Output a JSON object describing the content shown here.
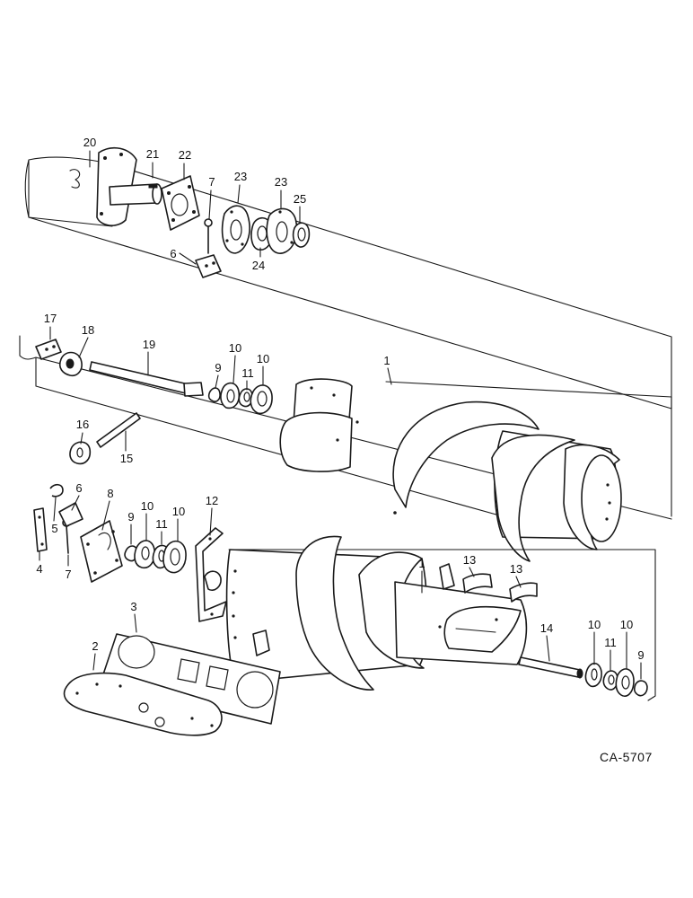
{
  "figure_ref": "CA-5707",
  "callouts": [
    {
      "id": "c20",
      "label": "20"
    },
    {
      "id": "c21",
      "label": "21"
    },
    {
      "id": "c22",
      "label": "22"
    },
    {
      "id": "c7a",
      "label": "7"
    },
    {
      "id": "c23a",
      "label": "23"
    },
    {
      "id": "c23b",
      "label": "23"
    },
    {
      "id": "c25",
      "label": "25"
    },
    {
      "id": "c24",
      "label": "24"
    },
    {
      "id": "c6a",
      "label": "6"
    },
    {
      "id": "c17",
      "label": "17"
    },
    {
      "id": "c18",
      "label": "18"
    },
    {
      "id": "c19",
      "label": "19"
    },
    {
      "id": "c10a",
      "label": "10"
    },
    {
      "id": "c10b",
      "label": "10"
    },
    {
      "id": "c9a",
      "label": "9"
    },
    {
      "id": "c11a",
      "label": "11"
    },
    {
      "id": "c1a",
      "label": "1"
    },
    {
      "id": "c16",
      "label": "16"
    },
    {
      "id": "c15",
      "label": "15"
    },
    {
      "id": "c6b",
      "label": "6"
    },
    {
      "id": "c8",
      "label": "8"
    },
    {
      "id": "c5",
      "label": "5"
    },
    {
      "id": "c4",
      "label": "4"
    },
    {
      "id": "c7b",
      "label": "7"
    },
    {
      "id": "c9b",
      "label": "9"
    },
    {
      "id": "c10c",
      "label": "10"
    },
    {
      "id": "c11b",
      "label": "11"
    },
    {
      "id": "c10d",
      "label": "10"
    },
    {
      "id": "c12",
      "label": "12"
    },
    {
      "id": "c1b",
      "label": "1"
    },
    {
      "id": "c13a",
      "label": "13"
    },
    {
      "id": "c13b",
      "label": "13"
    },
    {
      "id": "c14",
      "label": "14"
    },
    {
      "id": "c10e",
      "label": "10"
    },
    {
      "id": "c11c",
      "label": "11"
    },
    {
      "id": "c10f",
      "label": "10"
    },
    {
      "id": "c9c",
      "label": "9"
    },
    {
      "id": "c3",
      "label": "3"
    },
    {
      "id": "c2",
      "label": "2"
    }
  ]
}
